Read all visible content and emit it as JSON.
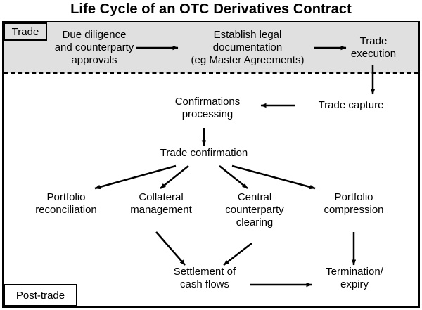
{
  "title": "Life Cycle of an OTC Derivatives Contract",
  "zones": {
    "trade_label": "Trade",
    "post_trade_label": "Post-trade"
  },
  "nodes": {
    "due_diligence": "Due diligence\nand counterparty\napprovals",
    "establish_legal": "Establish legal\ndocumentation\n(eg Master Agreements)",
    "trade_execution": "Trade\nexecution",
    "trade_capture": "Trade capture",
    "confirmations_processing": "Confirmations\nprocessing",
    "trade_confirmation": "Trade confirmation",
    "portfolio_reconciliation": "Portfolio\nreconciliation",
    "collateral_management": "Collateral\nmanagement",
    "central_counterparty_clearing": "Central\ncounterparty\nclearing",
    "portfolio_compression": "Portfolio\ncompression",
    "settlement_cash_flows": "Settlement of\ncash flows",
    "termination_expiry": "Termination/\nexpiry"
  },
  "colors": {
    "shaded_band": "#e0e0e0",
    "stroke": "#000000",
    "background": "#ffffff"
  }
}
